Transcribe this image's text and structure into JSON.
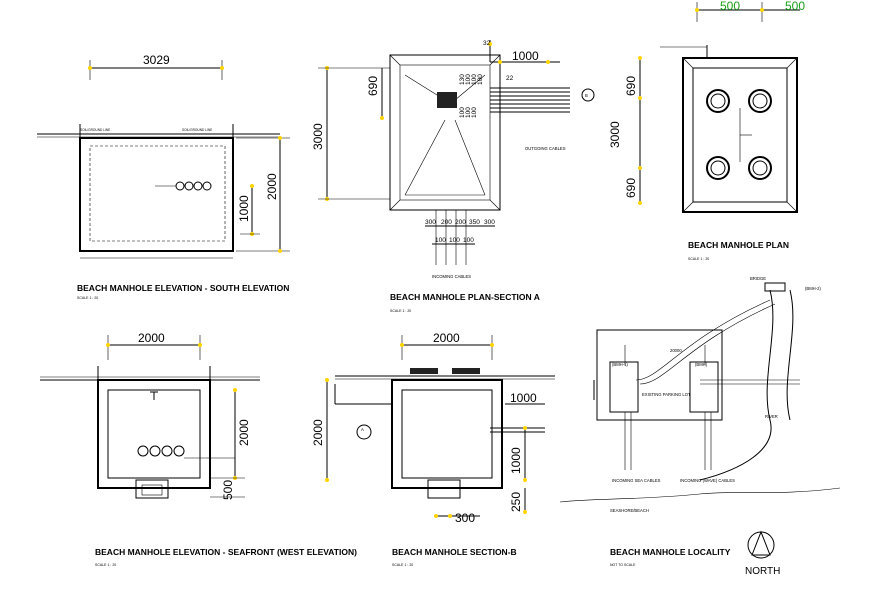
{
  "views": {
    "south_elevation": {
      "title": "BEACH MANHOLE ELEVATION - SOUTH ELEVATION",
      "scale": "SCALE 1 : 20",
      "dim_width": "3029",
      "dim_total": "2000",
      "dim_lower": "1000"
    },
    "plan_section_a": {
      "title": "BEACH MANHOLE PLAN-SECTION A",
      "scale": "SCALE 1 : 20",
      "dim_height": "3000",
      "dim_top": "690",
      "dim_right": "1000",
      "dim_small": "32",
      "dim_22": "22",
      "outgoing": "OUTGOING CABLES",
      "incoming": "INCOMING CABLES",
      "bottom_dims": [
        "300",
        "200",
        "200",
        "350",
        "300"
      ],
      "bottom_dims2": [
        "100",
        "100",
        "100"
      ],
      "stack_dims": [
        "130",
        "100",
        "100",
        "100",
        "100",
        "100",
        "100"
      ],
      "section_ref": "B"
    },
    "manhole_plan": {
      "title": "BEACH MANHOLE PLAN",
      "scale": "SCALE 1 : 20",
      "dim_top_a": "500",
      "dim_top_b": "500",
      "dim_height": "3000",
      "dim_upper": "690",
      "dim_lower": "690"
    },
    "seafront_elevation": {
      "title": "BEACH MANHOLE ELEVATION - SEAFRONT (WEST ELEVATION)",
      "scale": "SCALE 1 : 20",
      "dim_width": "2000",
      "dim_height": "2000",
      "dim_lower": "500"
    },
    "section_b": {
      "title": "BEACH MANHOLE SECTION-B",
      "scale": "SCALE 1 : 20",
      "dim_width": "2000",
      "dim_height": "2000",
      "dim_right_top": "1000",
      "dim_right_mid": "1000",
      "dim_right_bottom": "250",
      "dim_bottom": "300",
      "section_ref": "A"
    },
    "locality": {
      "title": "BEACH MANHOLE LOCALITY",
      "scale": "NOT TO SCALE",
      "north": "NORTH",
      "label_bmh2": "(BMH-2)",
      "label_bmh1": "(BMH-1)",
      "label_bmh_right": "(BMH)",
      "label_dim": "20000",
      "label_existing": "EXISTING PARKING LOT",
      "label_river": "RIVER",
      "label_seashore": "SEASHORE/BEACH",
      "label_incoming_ab": "INCOMING SEA CABLES",
      "label_incoming_cd": "INCOMING (WAVE) CABLES",
      "label_bridge": "BRIDGE"
    }
  }
}
